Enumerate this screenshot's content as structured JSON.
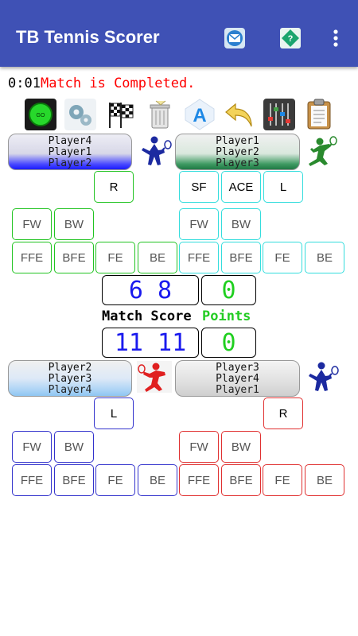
{
  "app": {
    "title": "TB Tennis Scorer",
    "actions": [
      "mail-icon",
      "help-icon",
      "more-options-icon"
    ]
  },
  "status": {
    "timer": "0:01",
    "message": "Match is Completed."
  },
  "toolbar": [
    "go-button",
    "settings-icon",
    "checkered-flag-icon",
    "trash-icon",
    "font-a-icon",
    "undo-icon",
    "mixer-icon",
    "clipboard-icon"
  ],
  "team_top_left": {
    "players": [
      "Player4",
      "Player1",
      "Player2"
    ],
    "serve_button": "R",
    "row1": [
      "FW",
      "BW"
    ],
    "row2": [
      "FFE",
      "BFE",
      "FE",
      "BE"
    ]
  },
  "team_top_right": {
    "players": [
      "Player1",
      "Player2",
      "Player3"
    ],
    "serve_buttons": [
      "SF",
      "ACE",
      "L"
    ],
    "row1": [
      "FW",
      "BW"
    ],
    "row2": [
      "FFE",
      "BFE",
      "FE",
      "BE"
    ]
  },
  "team_bottom_left": {
    "players": [
      "Player2",
      "Player3",
      "Player4"
    ],
    "serve_button": "L",
    "row1": [
      "FW",
      "BW"
    ],
    "row2": [
      "FFE",
      "BFE",
      "FE",
      "BE"
    ]
  },
  "team_bottom_right": {
    "players": [
      "Player3",
      "Player4",
      "Player1"
    ],
    "serve_button": "R",
    "row1": [
      "FW",
      "BW"
    ],
    "row2": [
      "FFE",
      "BFE",
      "FE",
      "BE"
    ]
  },
  "scoreboard": {
    "games": "6 8",
    "points_top": "0",
    "match_score_label": "Match Score",
    "points_label": "Points",
    "match": "11 11",
    "points_bottom": "0"
  },
  "colors": {
    "appbar": "#3f51b5",
    "green": "#22c422",
    "cyan": "#33dddd",
    "blue": "#3333cc",
    "red": "#e03030"
  }
}
